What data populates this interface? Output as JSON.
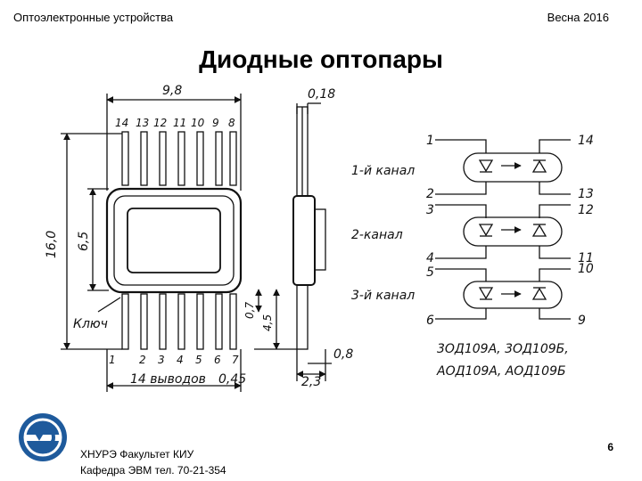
{
  "header": {
    "course": "Оптоэлектронные устройства",
    "semester": "Весна 2016"
  },
  "slide": {
    "title": "Диодные оптопары",
    "page_number": "6"
  },
  "drawing": {
    "dims": {
      "width": "9,8",
      "thickness": "0,18",
      "height_total": "16,0",
      "height_window": "6,5",
      "pin_offset": "0,7",
      "pin_length": "4,5",
      "pin_gap": "0,8",
      "side_width": "2,3",
      "pin_count": "14 выводов",
      "pin_width": "0,45"
    },
    "top_pins": [
      "14",
      "13",
      "12",
      "11",
      "10",
      "9",
      "8"
    ],
    "bottom_pins": [
      "1",
      "2",
      "3",
      "4",
      "5",
      "6",
      "7"
    ],
    "key_label": "Ключ",
    "channels": [
      {
        "label": "1-й канал",
        "left_top": "1",
        "left_bottom": "2",
        "right_top": "14",
        "right_bottom": "13"
      },
      {
        "label": "2-канал",
        "left_top": "3",
        "left_bottom": "4",
        "right_top": "12",
        "right_bottom": "11"
      },
      {
        "label": "3-й канал",
        "left_top": "5",
        "left_bottom": "6",
        "right_top": "10",
        "right_bottom": "9"
      }
    ],
    "models_line1": "3ОД109А, 3ОД109Б,",
    "models_line2": "АОД109А, АОД109Б"
  },
  "footer": {
    "line1": "ХНУРЭ Факультет КИУ",
    "line2": "Кафедра ЭВМ   тел. 70-21-354"
  },
  "colors": {
    "logo": "#1e5a9c"
  }
}
